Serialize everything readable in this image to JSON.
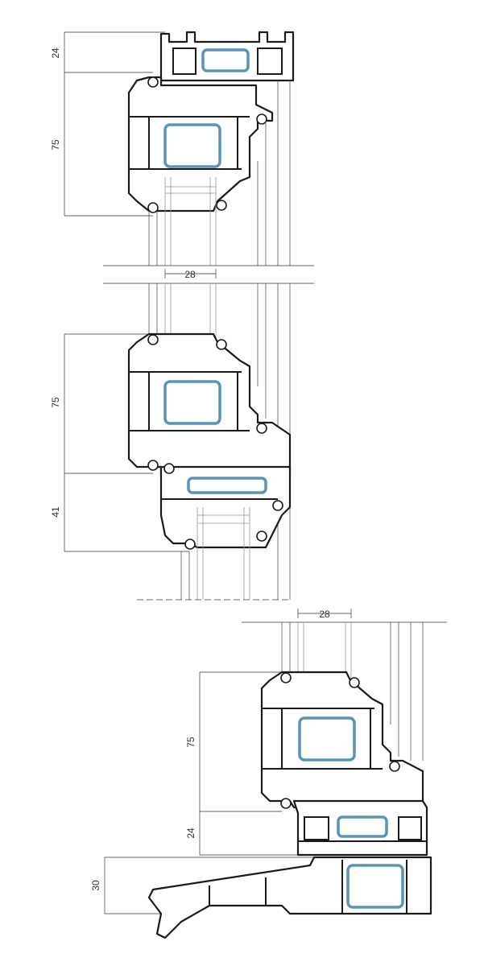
{
  "colors": {
    "profile_stroke": "#1a1a1a",
    "reinforcement_stroke": "#5b93b8",
    "dimension_line": "#333333",
    "glazing_line": "#999999",
    "background": "#ffffff"
  },
  "sections": [
    {
      "id": "head-section",
      "dimensions": [
        {
          "value": "24"
        },
        {
          "value": "75"
        }
      ],
      "glazing_width": "28"
    },
    {
      "id": "transom-section",
      "dimensions": [
        {
          "value": "75"
        },
        {
          "value": "41"
        }
      ]
    },
    {
      "id": "sill-section",
      "glazing_width": "28",
      "dimensions": [
        {
          "value": "75"
        },
        {
          "value": "24"
        },
        {
          "value": "30"
        }
      ]
    }
  ]
}
